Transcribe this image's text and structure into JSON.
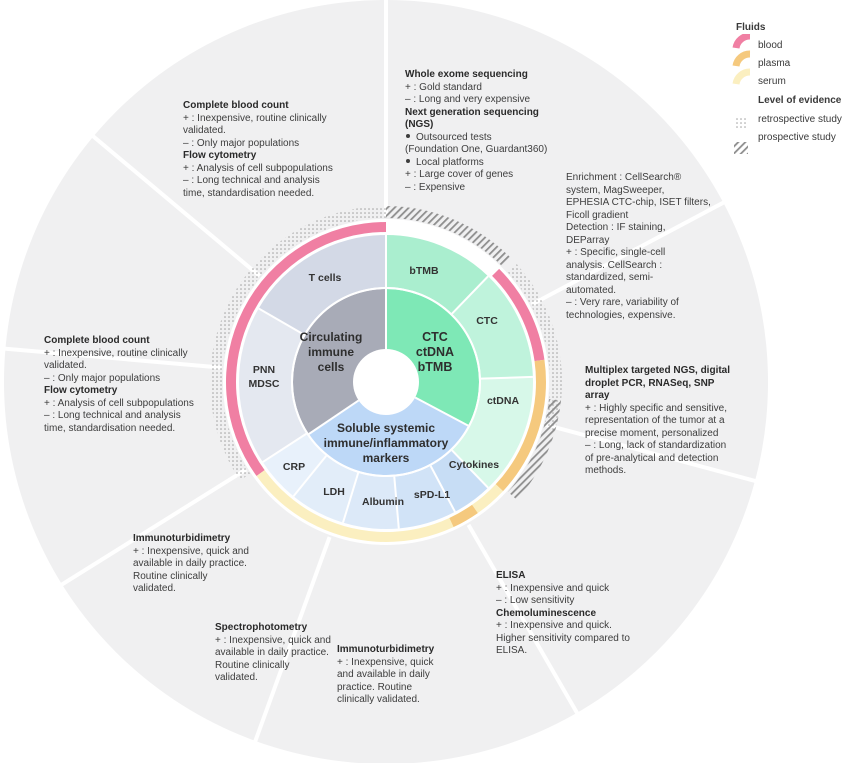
{
  "center": {
    "circulating": [
      "Circulating",
      "immune",
      "cells"
    ],
    "ctc": [
      "CTC",
      "ctDNA",
      "bTMB"
    ],
    "soluble": [
      "Soluble systemic",
      "immune/inflammatory",
      "markers"
    ]
  },
  "segments": {
    "t_cells": "T cells",
    "pnn_mdsc": [
      "PNN",
      "MDSC"
    ],
    "btmb": "bTMB",
    "ctc": "CTC",
    "ctdna": "ctDNA",
    "cytokines": "Cytokines",
    "spdl1": "sPD-L1",
    "albumin": "Albumin",
    "ldh": "LDH",
    "crp": "CRP"
  },
  "legend": {
    "fluids_title": "Fluids",
    "blood": "blood",
    "plasma": "plasma",
    "serum": "serum",
    "evidence_title": "Level of evidence",
    "retrospective": "retrospective study",
    "prospective": "prospective study",
    "colors": {
      "blood": "#f07fa3",
      "plasma": "#f5c97e",
      "serum": "#fbefc0"
    }
  },
  "blocks": {
    "cbc_top": [
      {
        "b": "Complete blood count"
      },
      {
        "t": "+ : Inexpensive, routine clinically"
      },
      {
        "t": "validated."
      },
      {
        "t": "– : Only major populations"
      },
      {
        "b": "Flow cytometry"
      },
      {
        "t": "+ : Analysis of cell subpopulations"
      },
      {
        "t": "– : Long technical and analysis"
      },
      {
        "t": "time, standardisation needed."
      }
    ],
    "wes": [
      {
        "b": "Whole exome sequencing"
      },
      {
        "t": "+ : Gold standard"
      },
      {
        "t": "– : Long and very expensive"
      },
      {
        "b": "Next generation sequencing"
      },
      {
        "b": "(NGS)"
      },
      {
        "bul": "Outsourced tests"
      },
      {
        "t": "(Foundation One, Guardant360)"
      },
      {
        "bul": "Local platforms"
      },
      {
        "t": "+ : Large cover of genes"
      },
      {
        "t": "– : Expensive"
      }
    ],
    "enrichment": [
      {
        "t": "Enrichment : CellSearch®"
      },
      {
        "t": "system, MagSweeper,"
      },
      {
        "t": "EPHESIA CTC-chip, ISET filters,"
      },
      {
        "t": "Ficoll gradient"
      },
      {
        "t": "Detection : IF staining,"
      },
      {
        "t": "DEParray"
      },
      {
        "t": "+ : Specific, single-cell"
      },
      {
        "t": "analysis. CellSearch :"
      },
      {
        "t": "standardized, semi-"
      },
      {
        "t": "automated."
      },
      {
        "t": "– : Very rare, variability of"
      },
      {
        "t": "technologies, expensive."
      }
    ],
    "cbc_left": [
      {
        "b": "Complete blood count"
      },
      {
        "t": "+ : Inexpensive, routine clinically"
      },
      {
        "t": "validated."
      },
      {
        "t": "– : Only major populations"
      },
      {
        "b": "Flow cytometry"
      },
      {
        "t": "+ : Analysis of cell subpopulations"
      },
      {
        "t": "– : Long technical and analysis"
      },
      {
        "t": "time, standardisation needed."
      }
    ],
    "multiplex": [
      {
        "b": "Multiplex targeted NGS, digital"
      },
      {
        "b": "droplet PCR, RNASeq, SNP"
      },
      {
        "b": "array"
      },
      {
        "t": "+ : Highly specific and sensitive,"
      },
      {
        "t": "representation of the tumor at a"
      },
      {
        "t": "precise moment, personalized"
      },
      {
        "t": "– : Long, lack of standardization"
      },
      {
        "t": "of pre-analytical and detection"
      },
      {
        "t": "methods."
      }
    ],
    "immuno_left": [
      {
        "b": "Immunoturbidimetry"
      },
      {
        "t": "+ : Inexpensive, quick and"
      },
      {
        "t": "available in daily practice."
      },
      {
        "t": "Routine clinically"
      },
      {
        "t": "validated."
      }
    ],
    "spectro": [
      {
        "b": "Spectrophotometry"
      },
      {
        "t": "+ : Inexpensive, quick and"
      },
      {
        "t": "available in daily practice."
      },
      {
        "t": "Routine clinically"
      },
      {
        "t": "validated."
      }
    ],
    "immuno_bottom": [
      {
        "b": "Immunoturbidimetry"
      },
      {
        "t": "+ : Inexpensive, quick"
      },
      {
        "t": "and available in daily"
      },
      {
        "t": "practice. Routine"
      },
      {
        "t": "clinically validated."
      }
    ],
    "elisa": [
      {
        "b": "ELISA"
      },
      {
        "t": "+ : Inexpensive and quick"
      },
      {
        "t": "– : Low sensitivity"
      },
      {
        "b": "Chemoluminescence"
      },
      {
        "t": "+ : Inexpensive and quick."
      },
      {
        "t": "Higher sensitivity compared to"
      },
      {
        "t": "ELISA."
      }
    ]
  }
}
